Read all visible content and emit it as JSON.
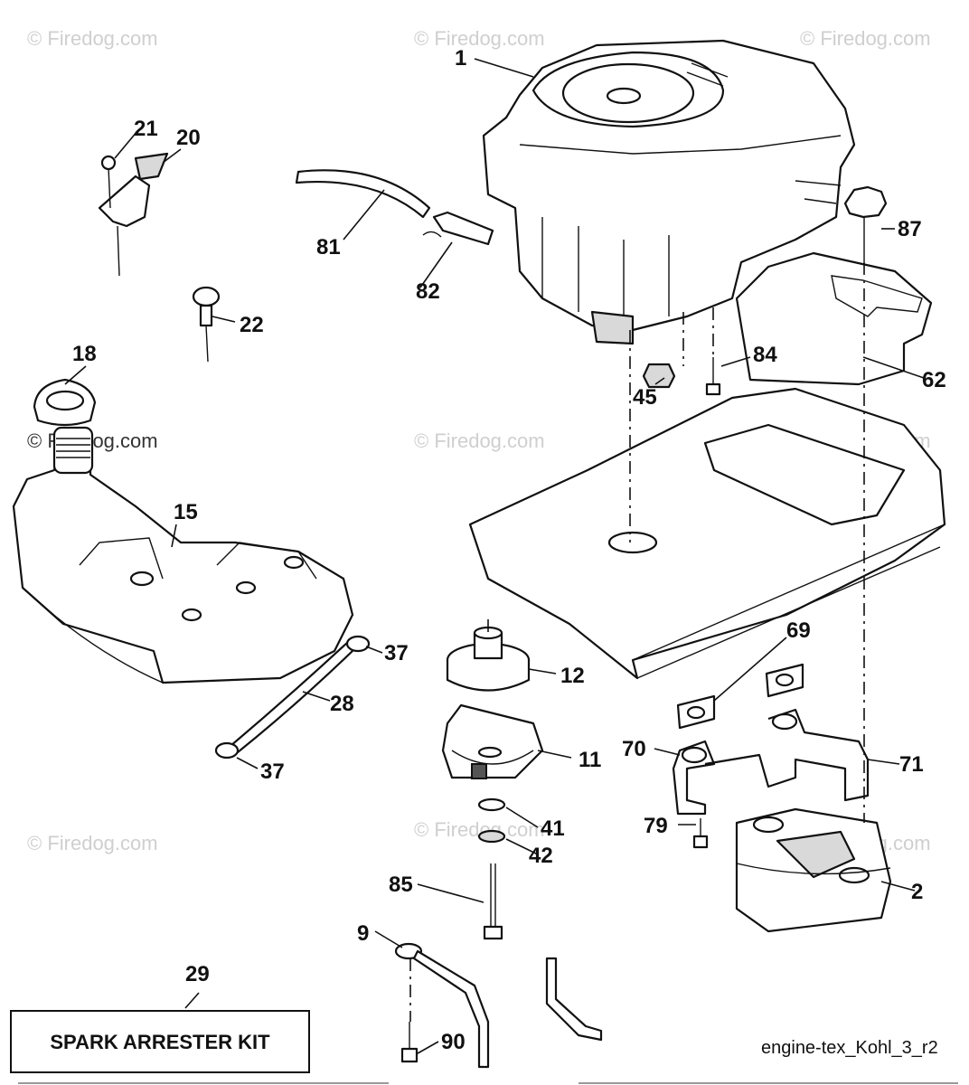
{
  "watermark": "Firedog.com",
  "reference_code": "engine-tex_Kohl_3_r2",
  "kit_label": "SPARK ARRESTER KIT",
  "callouts": {
    "c1": "1",
    "c2": "2",
    "c9": "9",
    "c11": "11",
    "c12": "12",
    "c15": "15",
    "c18": "18",
    "c20": "20",
    "c21": "21",
    "c22": "22",
    "c28": "28",
    "c29": "29",
    "c37a": "37",
    "c37b": "37",
    "c41": "41",
    "c42": "42",
    "c45": "45",
    "c62": "62",
    "c69": "69",
    "c70": "70",
    "c71": "71",
    "c79": "79",
    "c81": "81",
    "c82": "82",
    "c84": "84",
    "c85": "85",
    "c87": "87",
    "c90": "90"
  }
}
